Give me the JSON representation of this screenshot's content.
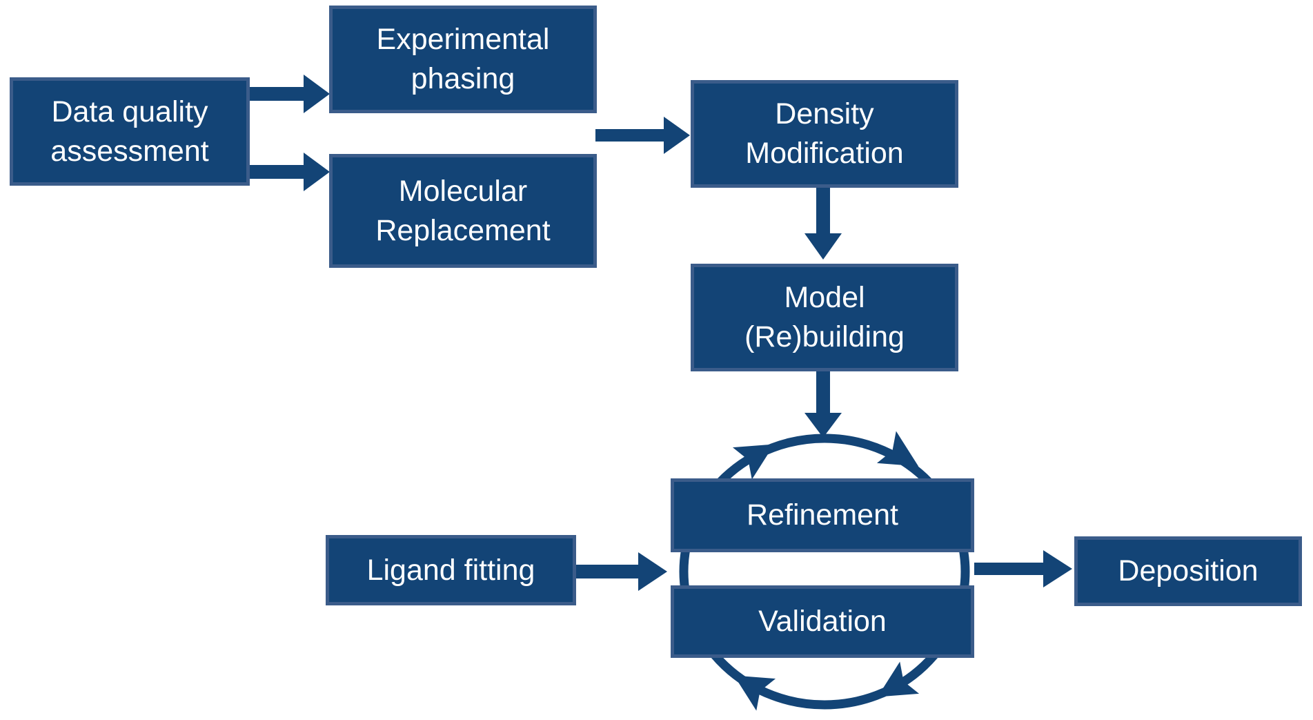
{
  "colors": {
    "bg": "#ffffff",
    "node_fill": "#134476",
    "node_border": "#3b5c8a",
    "arrow": "#134476",
    "text": "#ffffff"
  },
  "nodes": {
    "data_quality_assessment": {
      "line1": "Data quality",
      "line2": "assessment"
    },
    "experimental_phasing": {
      "line1": "Experimental",
      "line2": "phasing"
    },
    "molecular_replacement": {
      "line1": "Molecular",
      "line2": "Replacement"
    },
    "density_modification": {
      "line1": "Density",
      "line2": "Modification"
    },
    "model_rebuilding": {
      "line1": "Model",
      "line2": "(Re)building"
    },
    "refinement": {
      "line1": "Refinement",
      "line2": ""
    },
    "validation": {
      "line1": "Validation",
      "line2": ""
    },
    "ligand_fitting": {
      "line1": "Ligand fitting",
      "line2": ""
    },
    "deposition": {
      "line1": "Deposition",
      "line2": ""
    }
  },
  "edges": [
    {
      "from": "data_quality_assessment",
      "to": "experimental_phasing",
      "type": "block-arrow-right"
    },
    {
      "from": "data_quality_assessment",
      "to": "molecular_replacement",
      "type": "block-arrow-right"
    },
    {
      "from": "experimental_phasing / molecular_replacement",
      "to": "density_modification",
      "type": "block-arrow-right"
    },
    {
      "from": "density_modification",
      "to": "model_rebuilding",
      "type": "block-arrow-down"
    },
    {
      "from": "model_rebuilding",
      "to": "refinement_validation_cycle",
      "type": "block-arrow-down"
    },
    {
      "from": "ligand_fitting",
      "to": "refinement_validation_cycle",
      "type": "block-arrow-right"
    },
    {
      "from": "refinement_validation_cycle",
      "to": "deposition",
      "type": "block-arrow-right"
    },
    {
      "from": "refinement",
      "to": "validation",
      "type": "cycle-clockwise",
      "note": "circular loop with four arrowheads around Refinement and Validation"
    }
  ]
}
